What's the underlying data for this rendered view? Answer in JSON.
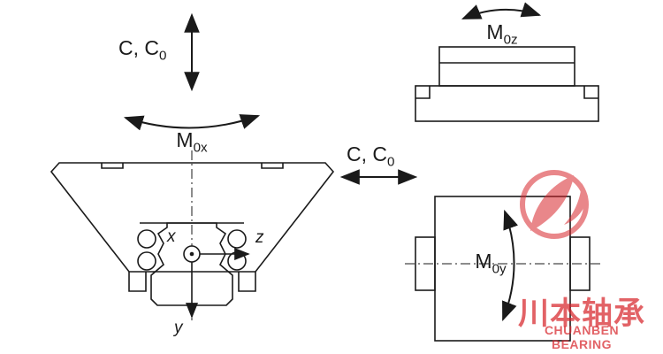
{
  "canvas": {
    "background": "#ffffff",
    "line_color": "#1a1a1a"
  },
  "labels": {
    "c_vertical": {
      "main": "C, C",
      "sub": "0"
    },
    "m0x": {
      "main": "M",
      "sub": "0x"
    },
    "c_horizontal": {
      "main": "C, C",
      "sub": "0"
    },
    "m0z": {
      "main": "M",
      "sub": "0z"
    },
    "m0y": {
      "main": "M",
      "sub": "0y"
    }
  },
  "axes": {
    "x": "x",
    "y": "y",
    "z": "z"
  },
  "watermark": {
    "chinese": "川本轴承",
    "english": "CHUANBEN BEARING",
    "color": "#d8262c"
  }
}
